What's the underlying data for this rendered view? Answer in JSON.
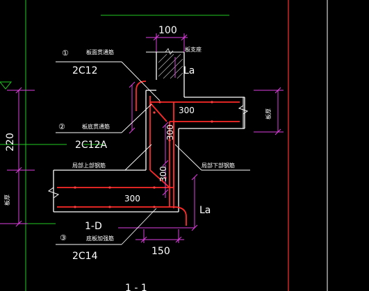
{
  "dimensions": {
    "top_width": "100",
    "top_anchor": "La",
    "slab_300": "300",
    "vert_300_a": "300",
    "vert_300_b": "300",
    "bottom_slab_300": "300",
    "side_220": "220",
    "bottom_anchor": "La",
    "bottom_width": "150"
  },
  "callouts": {
    "c1": {
      "number": "①",
      "label": "板面贯通筋",
      "bar": "2C12"
    },
    "c2": {
      "number": "②",
      "label": "板底贯通筋",
      "bar": "2C12A"
    },
    "c3": {
      "number": "③",
      "label": "底板加强筋",
      "bar": "2C14"
    }
  },
  "labels": {
    "top_right": "板支座",
    "step_upper": "局部上部钢筋",
    "step_lower": "局部下部钢筋",
    "right_side": "板厚",
    "left_side": "板厚",
    "section_tag": "1-D",
    "section_title": "1 - 1"
  },
  "colors": {
    "background": "#000000",
    "concrete": "#ffffff",
    "rebar": "#ff2a2a",
    "dimension": "#e040e0",
    "leader": "#ffffff",
    "frame": "#ff3030",
    "guide": "#22cc22"
  }
}
